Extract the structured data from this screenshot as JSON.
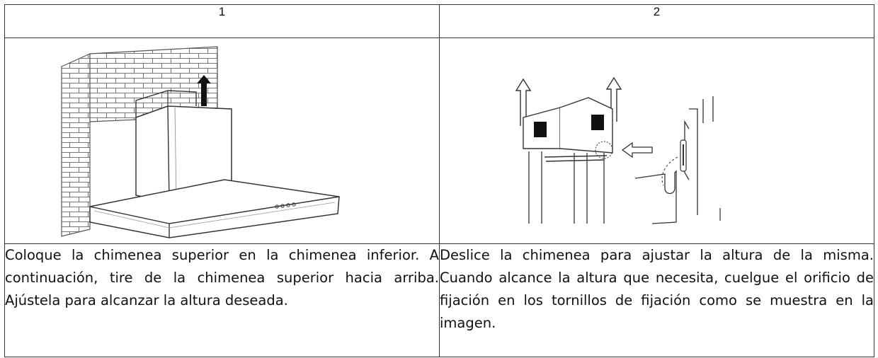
{
  "steps": [
    {
      "number": "1",
      "illustration_icon": "range-hood-chimney-pull-up-icon",
      "text": "Coloque la chimenea superior en la chimenea inferior. A continuación, tire de la chimenea superior hacia arriba. Ajústela para alcanzar la altura deseada."
    },
    {
      "number": "2",
      "illustration_icon": "chimney-slide-fixing-hole-icon",
      "text": "Deslice la chimenea para ajustar la altura de la misma. Cuando alcance la altura que necesita, cuelgue el orificio de fijación en los tornillos de fijación como se muestra en la imagen."
    }
  ]
}
